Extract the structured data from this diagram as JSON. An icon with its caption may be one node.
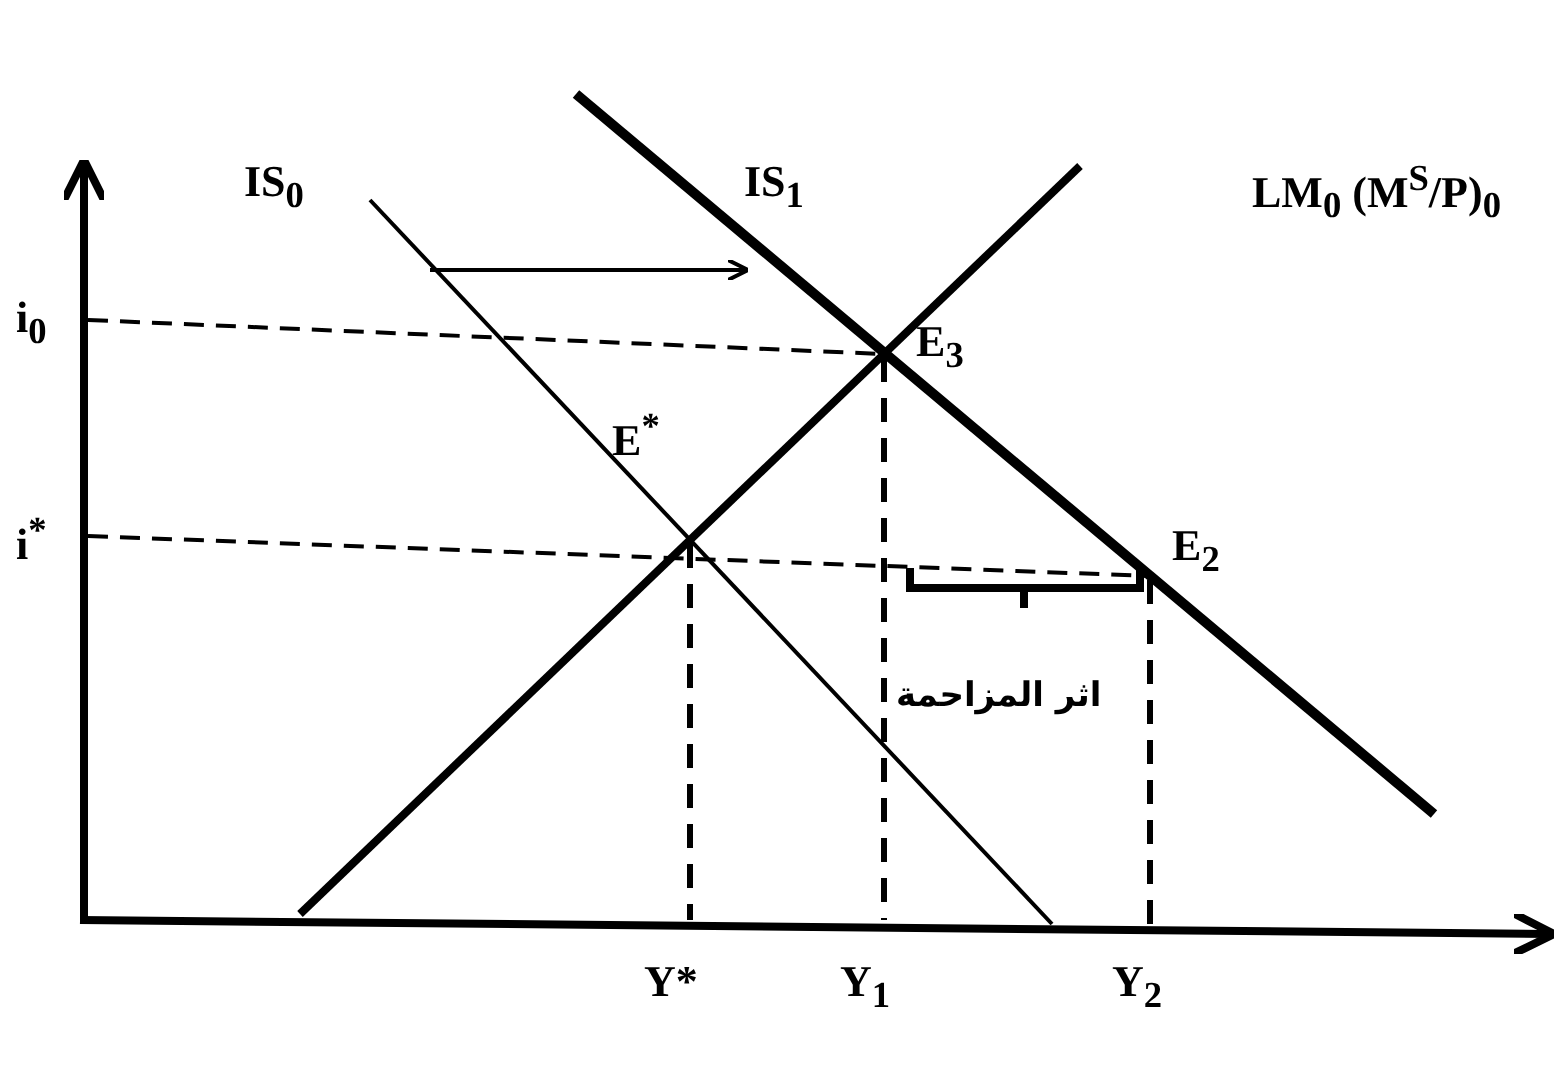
{
  "diagram": {
    "labels": [
      "IS$_{0}$",
      "IS$_{1}$",
      "LM$_{0}$ (M$^{S}$/P)$_{0}$",
      "i$_{0}$",
      "E$_{3}$",
      "E$^{*}$",
      "i$^{*}$",
      "E$_{2}$",
      "اثر المزاحمة",
      "Y*",
      "Y$_{1}$",
      "Y$_{2}$"
    ]
  }
}
